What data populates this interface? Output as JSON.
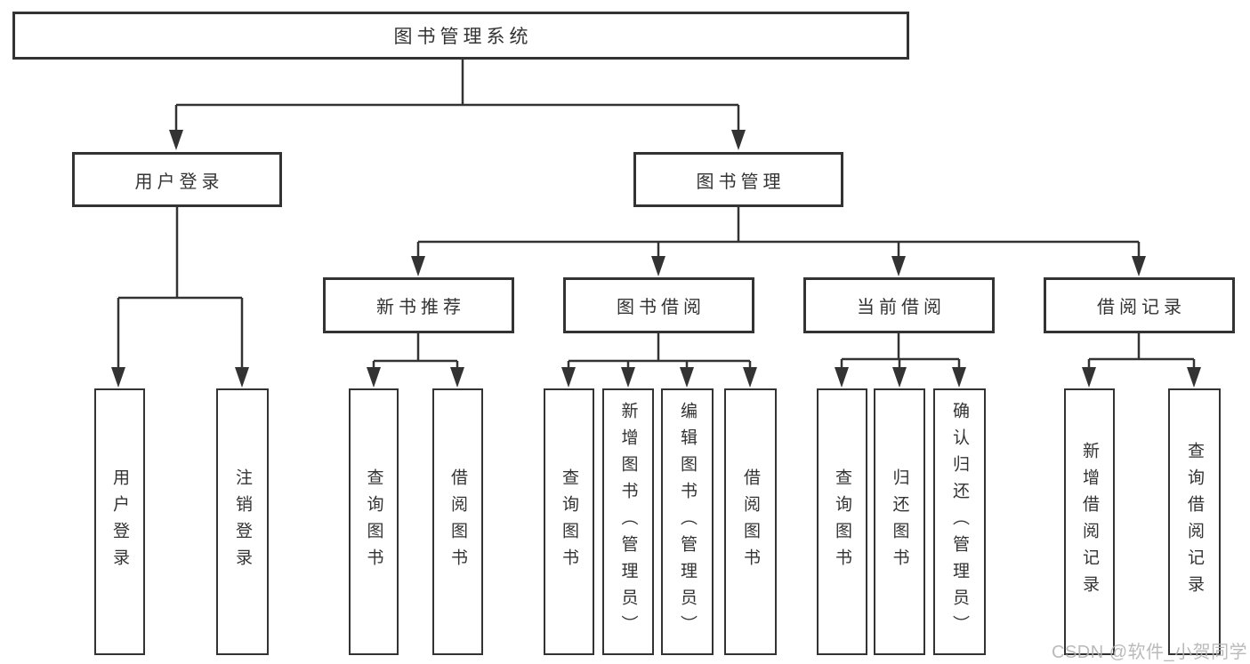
{
  "diagram": {
    "type": "hierarchy-tree",
    "root": {
      "label": "图书管理系统"
    },
    "level2": [
      {
        "label": "用户登录",
        "children": [
          {
            "label": "用户登录"
          },
          {
            "label": "注销登录"
          }
        ]
      },
      {
        "label": "图书管理",
        "children": [
          {
            "label": "新书推荐",
            "children": [
              {
                "label": "查询图书"
              },
              {
                "label": "借阅图书"
              }
            ]
          },
          {
            "label": "图书借阅",
            "children": [
              {
                "label": "查询图书"
              },
              {
                "label": "新增图书（管理员）"
              },
              {
                "label": "编辑图书（管理员）"
              },
              {
                "label": "借阅图书"
              }
            ]
          },
          {
            "label": "当前借阅",
            "children": [
              {
                "label": "查询图书"
              },
              {
                "label": "归还图书"
              },
              {
                "label": "确认归还（管理员）"
              }
            ]
          },
          {
            "label": "借阅记录",
            "children": [
              {
                "label": "新增借阅记录"
              },
              {
                "label": "查询借阅记录"
              }
            ]
          }
        ]
      }
    ],
    "colors": {
      "line": "#333333",
      "box_border": "#333333",
      "box_fill": "#ffffff",
      "text": "#333333",
      "background": "#ffffff",
      "watermark": "#b3b3b3"
    },
    "watermark": {
      "text": "CSDN @软件_小贺同学"
    }
  }
}
